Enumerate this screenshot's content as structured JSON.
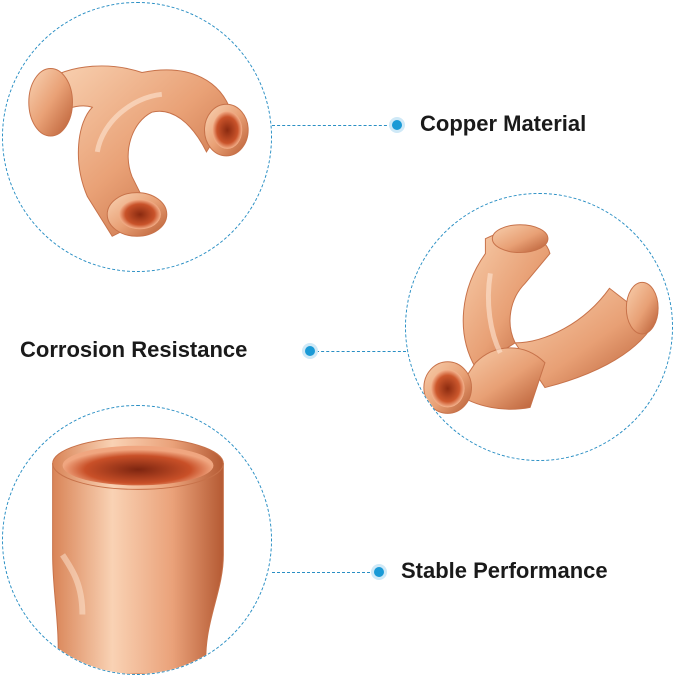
{
  "features": [
    {
      "label": "Copper Material"
    },
    {
      "label": "Corrosion Resistance"
    },
    {
      "label": "Stable Performance"
    }
  ],
  "colors": {
    "accent": "#1a9ad6",
    "dashed_line": "#2a8fc4",
    "text": "#1a1a1a",
    "copper_light": "#f6c4a0",
    "copper_mid": "#e79a6c",
    "copper_dark": "#b8582f"
  }
}
